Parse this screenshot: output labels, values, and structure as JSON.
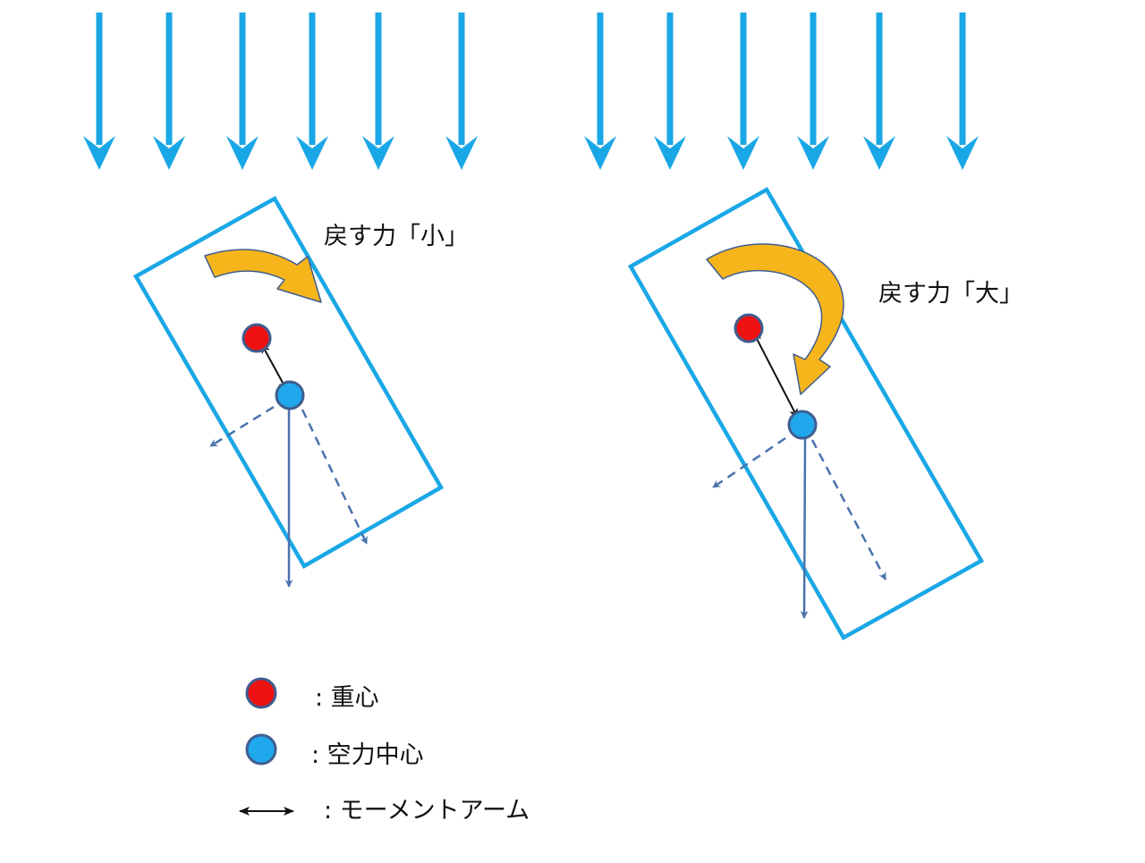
{
  "colors": {
    "wind_arrow": "#1aa7e6",
    "body_outline": "#1aa7e6",
    "rotation_arrow": "#f6b51b",
    "rotation_arrow_edge": "#3f5d8f",
    "center_of_gravity": "#ee1111",
    "center_of_pressure": "#1fa8ec",
    "marker_edge": "#3f5d8f",
    "force_vector": "#4a72ad",
    "moment_arm": "#111111"
  },
  "left_panel": {
    "restoring_force_label": "戻す力「小」"
  },
  "right_panel": {
    "restoring_force_label": "戻す力「大」"
  },
  "legend": {
    "center_of_gravity_label": ": 重心",
    "center_of_pressure_label": ": 空力中心",
    "moment_arm_label": ": モーメントアーム"
  }
}
